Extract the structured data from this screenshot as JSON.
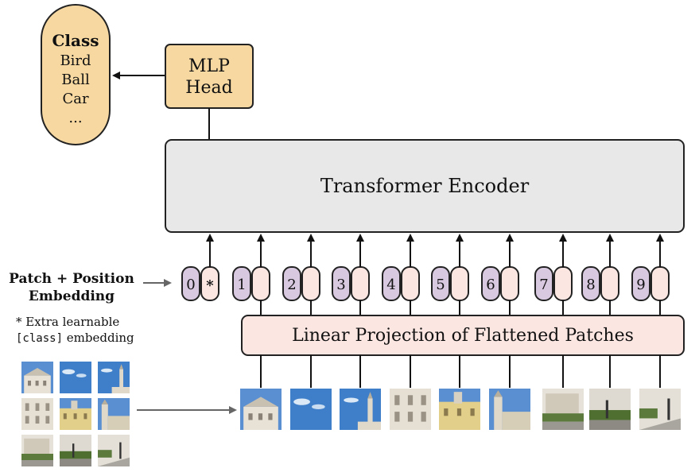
{
  "class_box": {
    "title": "Class",
    "items": [
      "Bird",
      "Ball",
      "Car",
      "..."
    ]
  },
  "mlp_head": {
    "line1": "MLP",
    "line2": "Head"
  },
  "encoder": {
    "label": "Transformer Encoder"
  },
  "embedding": {
    "label_line1": "Patch + Position",
    "label_line2": "Embedding",
    "note_line1": "* Extra learnable",
    "note_code": "[class]",
    "note_rest": " embedding"
  },
  "tokens": [
    {
      "pos": "0",
      "special": "*"
    },
    {
      "pos": "1",
      "special": ""
    },
    {
      "pos": "2",
      "special": ""
    },
    {
      "pos": "3",
      "special": ""
    },
    {
      "pos": "4",
      "special": ""
    },
    {
      "pos": "5",
      "special": ""
    },
    {
      "pos": "6",
      "special": ""
    },
    {
      "pos": "7",
      "special": ""
    },
    {
      "pos": "8",
      "special": ""
    },
    {
      "pos": "9",
      "special": ""
    }
  ],
  "projection": {
    "label": "Linear Projection of Flattened Patches"
  },
  "colors": {
    "class_fill": "#f6d8a0",
    "mlp_fill": "#f6d8a0",
    "encoder_fill": "#e8e8e8",
    "position_fill": "#d8c8e0",
    "patch_fill": "#fbe6e2",
    "projection_fill": "#fbe6e2",
    "sky": "#3f7fc9"
  }
}
